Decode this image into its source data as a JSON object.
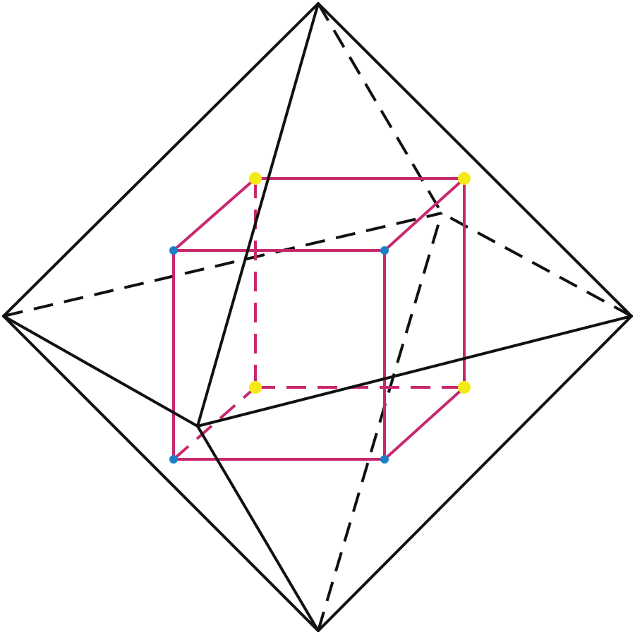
{
  "diagram": {
    "colors": {
      "background": "#ffffff",
      "octahedron_edge": "#111111",
      "cube_edge": "#c8286e",
      "front_vertex": "#1a7fc8",
      "back_vertex": "#f5ea18"
    },
    "octahedron": {
      "vertices": [
        "top",
        "bottom",
        "left",
        "right",
        "front",
        "back"
      ],
      "visible_edges": 8,
      "hidden_edges": 4
    },
    "cube": {
      "front_vertices": 4,
      "back_vertices": 4,
      "visible_edges": 9,
      "hidden_edges": 3
    }
  }
}
